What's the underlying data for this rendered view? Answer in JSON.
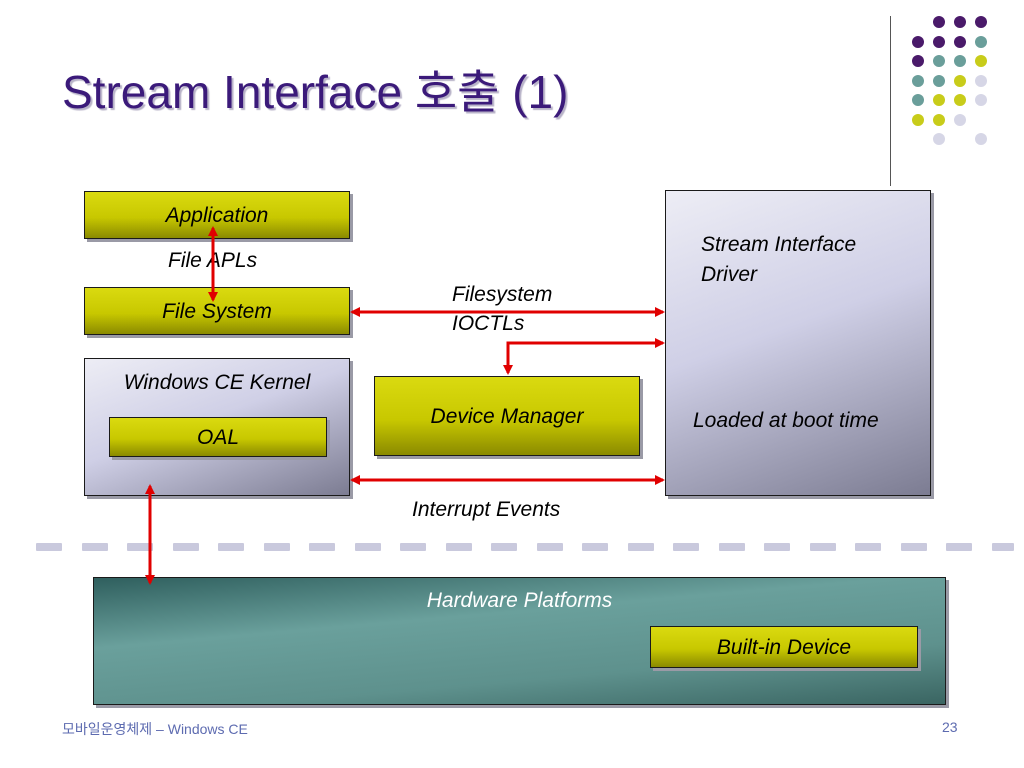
{
  "slide": {
    "title": "Stream Interface 호출 (1)",
    "footer_left": "모바일운영체제 – Windows CE",
    "page_number": "23"
  },
  "diagram": {
    "application": "Application",
    "file_apis": "File APLs",
    "file_system": "File System",
    "kernel": "Windows CE Kernel",
    "oal": "OAL",
    "device_manager": "Device Manager",
    "filesystem_ioctls_line1": "Filesystem",
    "filesystem_ioctls_line2": "IOCTLs",
    "interrupt_events": "Interrupt Events",
    "driver_line1": "Stream Interface",
    "driver_line2": "Driver",
    "loaded_at_boot": "Loaded at boot time",
    "hardware_platforms": "Hardware Platforms",
    "builtin_device": "Built-in Device"
  },
  "colors": {
    "title": "#3b1a7a",
    "olive": "#c8c800",
    "lavender": "#cfcfe6",
    "teal": "#5e918d",
    "arrow": "#e00000",
    "dot_purple": "#4a1a6a",
    "dot_teal": "#6a9e9a",
    "dot_yellow": "#c8cc1a",
    "dot_light": "#d6d6e6"
  }
}
